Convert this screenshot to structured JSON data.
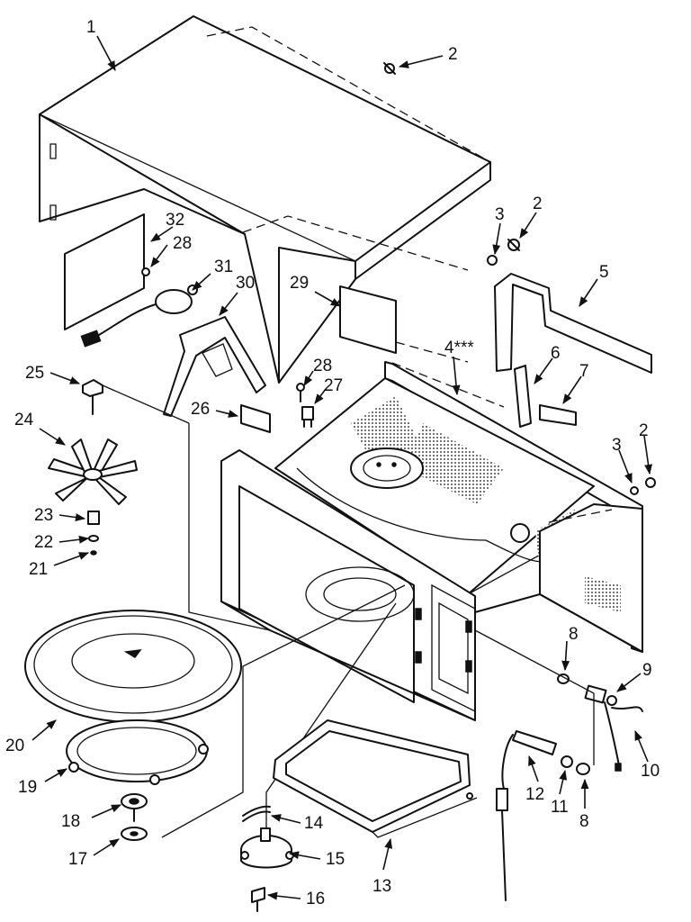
{
  "callouts": [
    {
      "id": "c1",
      "text": "1"
    },
    {
      "id": "c2a",
      "text": "2"
    },
    {
      "id": "c3a",
      "text": "3"
    },
    {
      "id": "c2b",
      "text": "2"
    },
    {
      "id": "c32",
      "text": "32"
    },
    {
      "id": "c28a",
      "text": "28"
    },
    {
      "id": "c31",
      "text": "31"
    },
    {
      "id": "c30",
      "text": "30"
    },
    {
      "id": "c29",
      "text": "29"
    },
    {
      "id": "c5",
      "text": "5"
    },
    {
      "id": "c4",
      "text": "4***"
    },
    {
      "id": "c6",
      "text": "6"
    },
    {
      "id": "c7",
      "text": "7"
    },
    {
      "id": "c25",
      "text": "25"
    },
    {
      "id": "c28b",
      "text": "28"
    },
    {
      "id": "c27",
      "text": "27"
    },
    {
      "id": "c24",
      "text": "24"
    },
    {
      "id": "c26",
      "text": "26"
    },
    {
      "id": "c2c",
      "text": "2"
    },
    {
      "id": "c3b",
      "text": "3"
    },
    {
      "id": "c23",
      "text": "23"
    },
    {
      "id": "c22",
      "text": "22"
    },
    {
      "id": "c21",
      "text": "21"
    },
    {
      "id": "c8a",
      "text": "8"
    },
    {
      "id": "c9",
      "text": "9"
    },
    {
      "id": "c20",
      "text": "20"
    },
    {
      "id": "c10",
      "text": "10"
    },
    {
      "id": "c19",
      "text": "19"
    },
    {
      "id": "c12",
      "text": "12"
    },
    {
      "id": "c11",
      "text": "11"
    },
    {
      "id": "c8b",
      "text": "8"
    },
    {
      "id": "c18",
      "text": "18"
    },
    {
      "id": "c14",
      "text": "14"
    },
    {
      "id": "c17",
      "text": "17"
    },
    {
      "id": "c15",
      "text": "15"
    },
    {
      "id": "c13",
      "text": "13"
    },
    {
      "id": "c16",
      "text": "16"
    }
  ]
}
